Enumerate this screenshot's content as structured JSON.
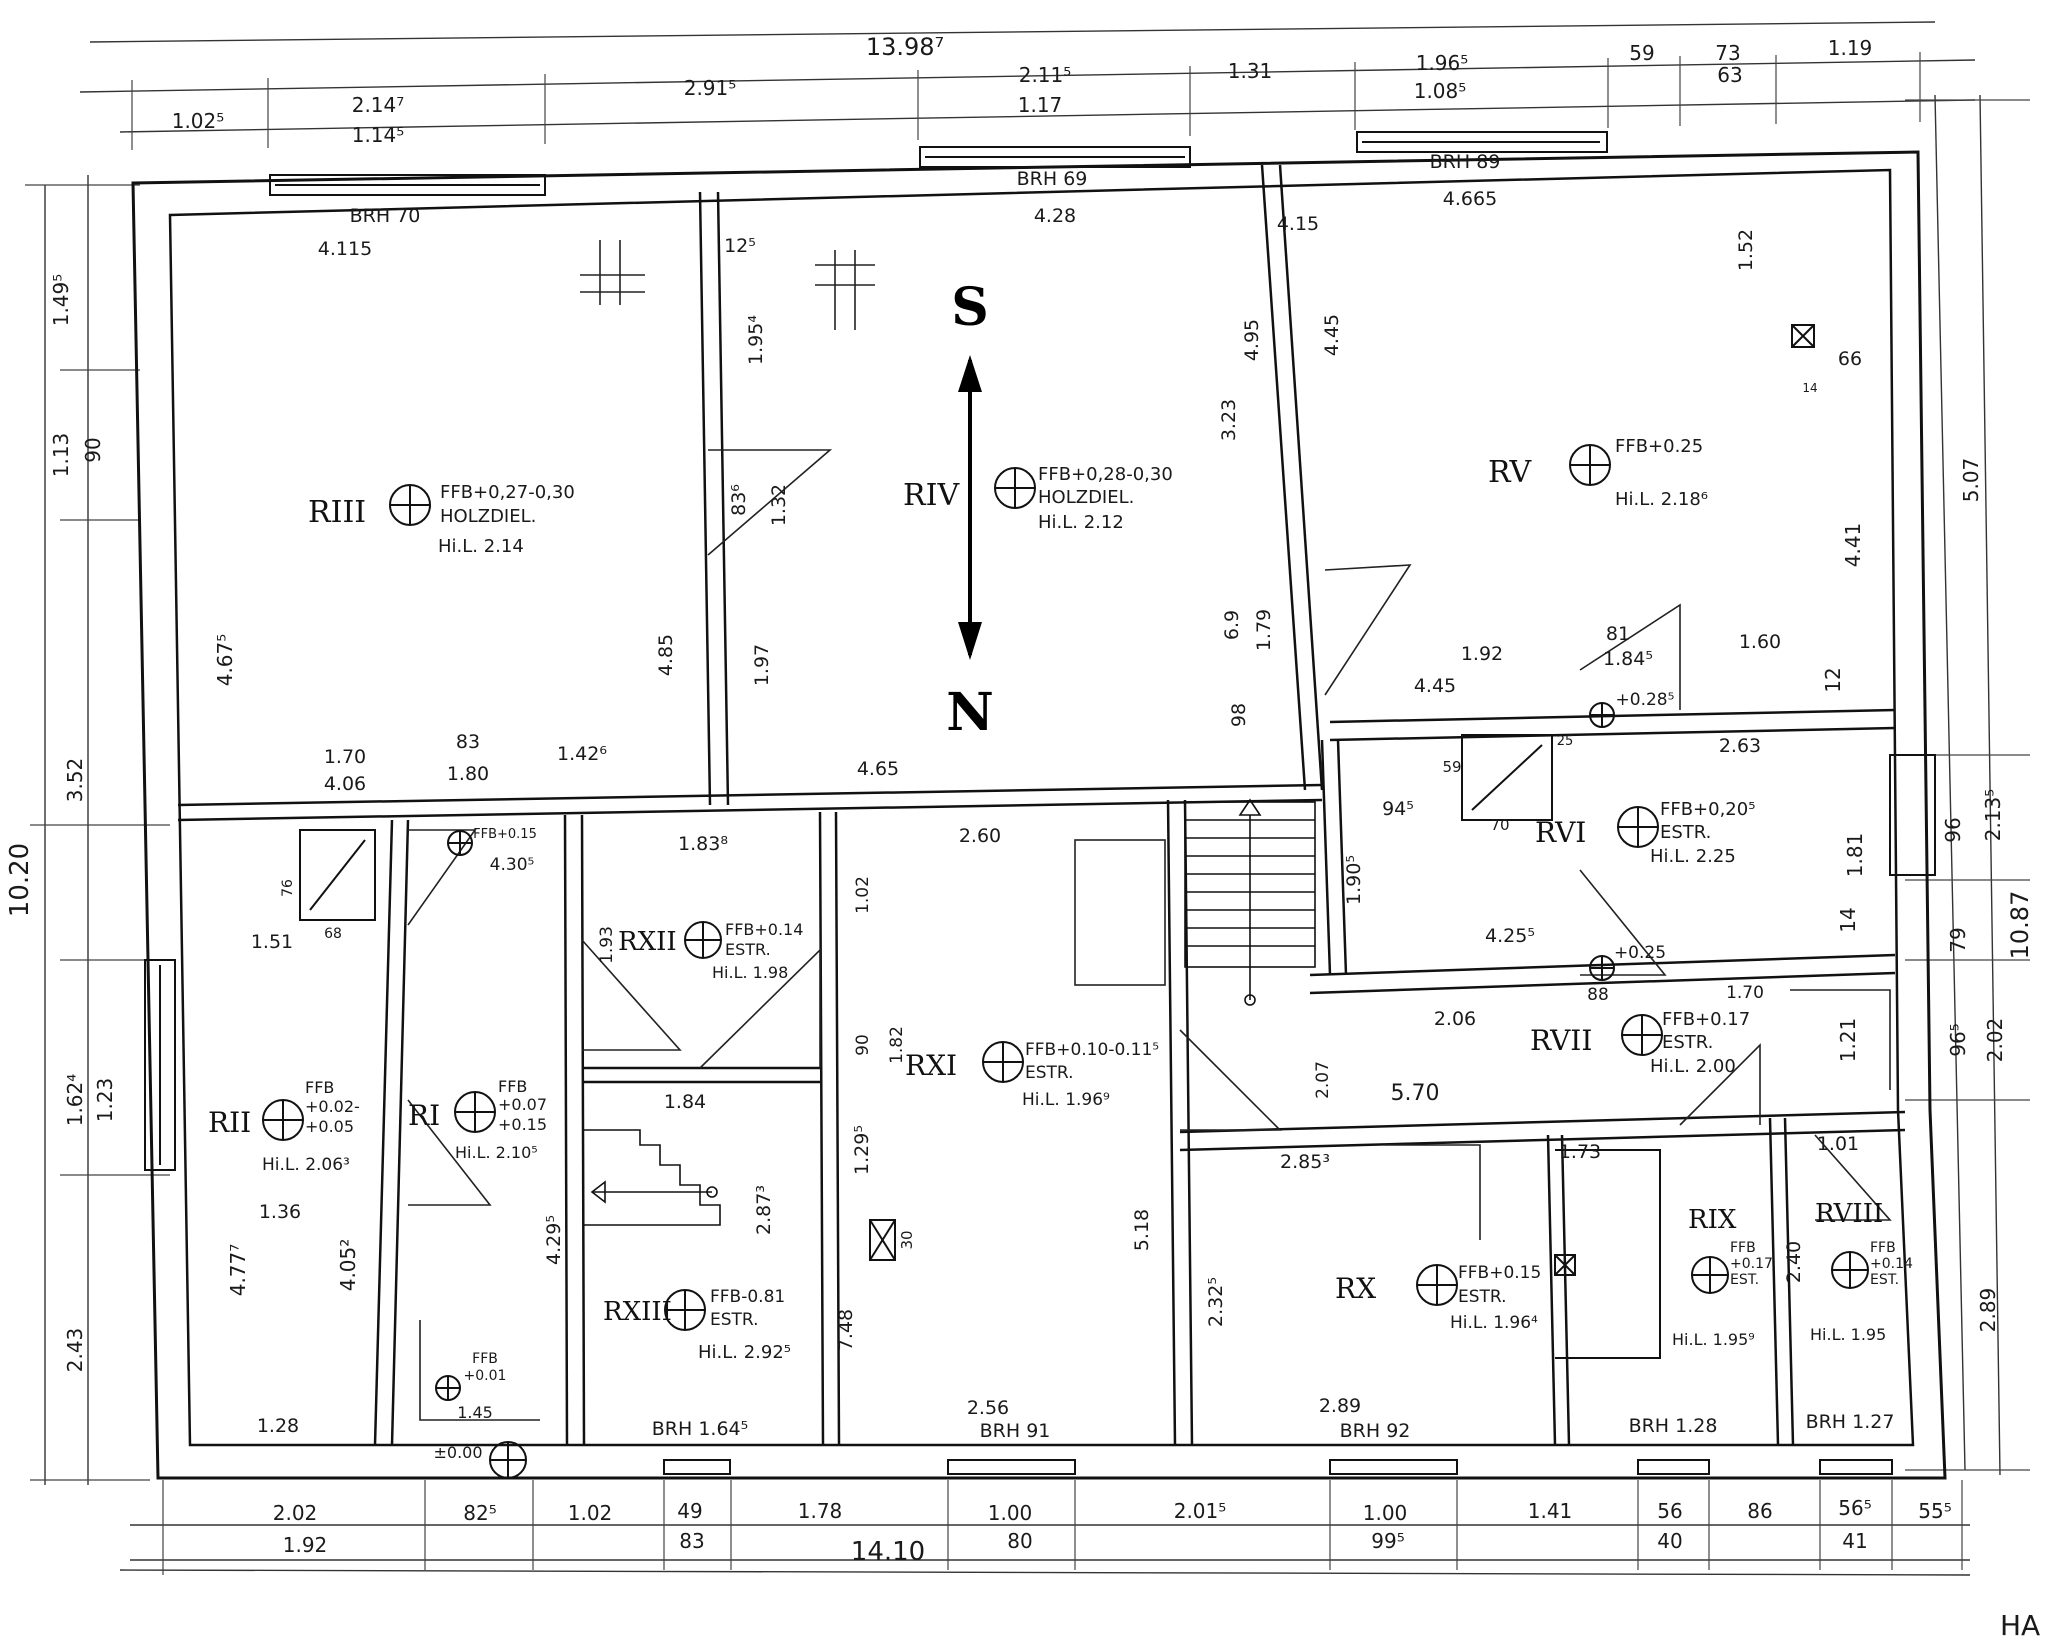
{
  "top_dims": {
    "overall": "13.98⁷",
    "row1": [
      "1.02⁵",
      "2.14⁷",
      "2.91⁵",
      "2.11⁵",
      "1.31",
      "1.96⁵",
      "59",
      "73",
      "1.19"
    ],
    "row2": [
      "1.14⁵",
      "1.17",
      "1.08⁵",
      "63"
    ]
  },
  "left_dims": {
    "overall": "10.20",
    "values": [
      "1.49⁵",
      "1.13",
      "90",
      "4.67⁵",
      "3.52",
      "1.62⁴",
      "1.23",
      "2.43",
      "4.77⁷",
      "4.05²"
    ]
  },
  "right_dims": {
    "values": [
      "5.07",
      "4.41",
      "96",
      "2.13⁵",
      "10.87",
      "79",
      "96⁵",
      "2.02",
      "2.89",
      "1.21",
      "1.81",
      "12",
      "14"
    ]
  },
  "bottom_dims": {
    "overall": "14.10",
    "row1": [
      "2.02",
      "82⁵",
      "1.02",
      "49",
      "1.78",
      "1.00",
      "2.01⁵",
      "1.00",
      "1.41",
      "56",
      "86",
      "56⁵",
      "55⁵"
    ],
    "row2": [
      "1.92",
      "83",
      "80",
      "99⁵",
      "40",
      "41"
    ],
    "corner": "HA"
  },
  "windows": {
    "brh": [
      "BRH 70",
      "BRH 69",
      "BRH 89",
      "BRH 1.64⁵",
      "BRH 91",
      "BRH 92",
      "BRH 1.28",
      "BRH 1.27"
    ]
  },
  "compass": {
    "top": "S",
    "bottom": "N"
  },
  "rooms": [
    {
      "id": "RIII",
      "lines": [
        "FFB+0,27-0,30",
        "HOLZDIEL.",
        "Hi.L. 2.14"
      ]
    },
    {
      "id": "RIV",
      "lines": [
        "FFB+0,28-0,30",
        "HOLZDIEL.",
        "Hi.L. 2.12"
      ]
    },
    {
      "id": "RV",
      "lines": [
        "FFB+0.25",
        "",
        "Hi.L. 2.18⁶"
      ]
    },
    {
      "id": "RVI",
      "lines": [
        "FFB+0,20⁵",
        "ESTR.",
        "Hi.L. 2.25"
      ]
    },
    {
      "id": "RVII",
      "lines": [
        "FFB+0.17",
        "ESTR.",
        "Hi.L. 2.00"
      ]
    },
    {
      "id": "RXII",
      "lines": [
        "FFB+0.14",
        "ESTR.",
        "Hi.L. 1.98"
      ]
    },
    {
      "id": "RXI",
      "lines": [
        "FFB+0.10-0.11⁵",
        "ESTR.",
        "Hi.L. 1.96⁹"
      ]
    },
    {
      "id": "RII",
      "lines": [
        "FFB",
        "+0.02-",
        "+0.05",
        "Hi.L. 2.06³"
      ]
    },
    {
      "id": "RI",
      "lines": [
        "FFB",
        "+0.07",
        "+0.15",
        "Hi.L. 2.10⁵"
      ]
    },
    {
      "id": "RXIII",
      "lines": [
        "FFB-0.81",
        "ESTR.",
        "Hi.L. 2.92⁵"
      ]
    },
    {
      "id": "RX",
      "lines": [
        "FFB+0.15",
        "ESTR.",
        "Hi.L. 1.96⁴"
      ]
    },
    {
      "id": "RIX",
      "lines": [
        "FFB",
        "+0.17",
        "EST.",
        "Hi.L. 1.95⁹"
      ]
    },
    {
      "id": "RVIII",
      "lines": [
        "FFB",
        "+0.14",
        "EST.",
        "Hi.L. 1.95"
      ]
    }
  ],
  "interior_dims": [
    "4.115",
    "4.28",
    "4.665",
    "4.15",
    "12⁵",
    "1.95⁴",
    "4.95",
    "4.45",
    "1.52",
    "66",
    "14",
    "3.23",
    "83⁶",
    "1.32",
    "4.85",
    "1.97",
    "6.9",
    "1.79",
    "98",
    "1.92",
    "81",
    "1.84⁵",
    "1.60",
    "4.45",
    "+0.28⁵",
    "1.70",
    "83",
    "1.42⁶",
    "4.06",
    "1.80",
    "4.65",
    "2.63",
    "94⁵",
    "59",
    "70",
    "25",
    "1.83⁸",
    "2.60",
    "FFB+0.15",
    "4.30⁵",
    "76",
    "68",
    "1.51",
    "1.93",
    "1.02",
    "90",
    "1.82",
    "1.90⁵",
    "4.25⁵",
    "+0.25",
    "88",
    "1.70",
    "2.06",
    "2.07",
    "5.70",
    "1.84",
    "2.87³",
    "1.29⁵",
    "1.36",
    "2.85³",
    "1.73",
    "1.01",
    "5.18",
    "30",
    "7.48",
    "4.29⁵",
    "2.32⁵",
    "2.40",
    "FFB",
    "+0.01",
    "1.45",
    "±0.00",
    "1.28",
    "2.56",
    "2.89"
  ]
}
